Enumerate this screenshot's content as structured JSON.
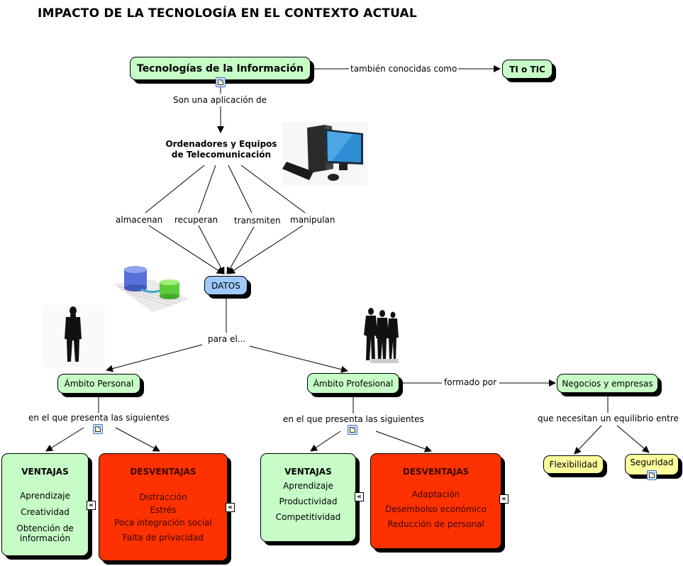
{
  "title": "IMPACTO DE LA TECNOLOGÍA EN EL CONTEXTO ACTUAL",
  "nodes": {
    "ti": "Tecnologías de la Información",
    "ti_tic": "TI o TIC",
    "ordenadores_line1": "Ordenadores y Equipos",
    "ordenadores_line2": "de Telecomunicación",
    "datos": "DATOS",
    "ambito_personal": "Ámbito Personal",
    "ambito_profesional": "Ámbito Profesional",
    "negocios": "Negocios y empresas",
    "flexibilidad": "Flexibilidad",
    "seguridad": "Seguridad"
  },
  "links": {
    "tambien": "también conocidas como",
    "son_una": "Son una aplicación de",
    "almacenan": "almacenan",
    "recuperan": "recuperan",
    "transmiten": "transmiten",
    "manipulan": "manipulan",
    "para_el": "para el...",
    "presenta_personal": "en el que presenta las siguientes",
    "presenta_profesional": "en el que presenta las siguientes",
    "formado_por": "formado por",
    "necesitan": "que necesitan un equilibrio entre"
  },
  "personal": {
    "ventajas": {
      "title": "VENTAJAS",
      "items": [
        "Aprendizaje",
        "Creatividad",
        "Obtención de",
        "información"
      ]
    },
    "desventajas": {
      "title": "DESVENTAJAS",
      "items": [
        "Distracción",
        "Estrés",
        "Poca integración social",
        "Falta de privacidad"
      ]
    }
  },
  "profesional": {
    "ventajas": {
      "title": "VENTAJAS",
      "items": [
        "Aprendizaje",
        "Productividad",
        "Competitividad"
      ]
    },
    "desventajas": {
      "title": "DESVENTAJAS",
      "items": [
        "Adaptación",
        "Desembolso económico",
        "Reducción de personal"
      ]
    }
  },
  "icons": {
    "expand_glyph": "«"
  },
  "colors": {
    "concept_green": "#c6fcc6",
    "datos_blue": "#9ec9f9",
    "balance_yellow": "#fdfd9c",
    "disadvantage_red": "#fe3100"
  }
}
